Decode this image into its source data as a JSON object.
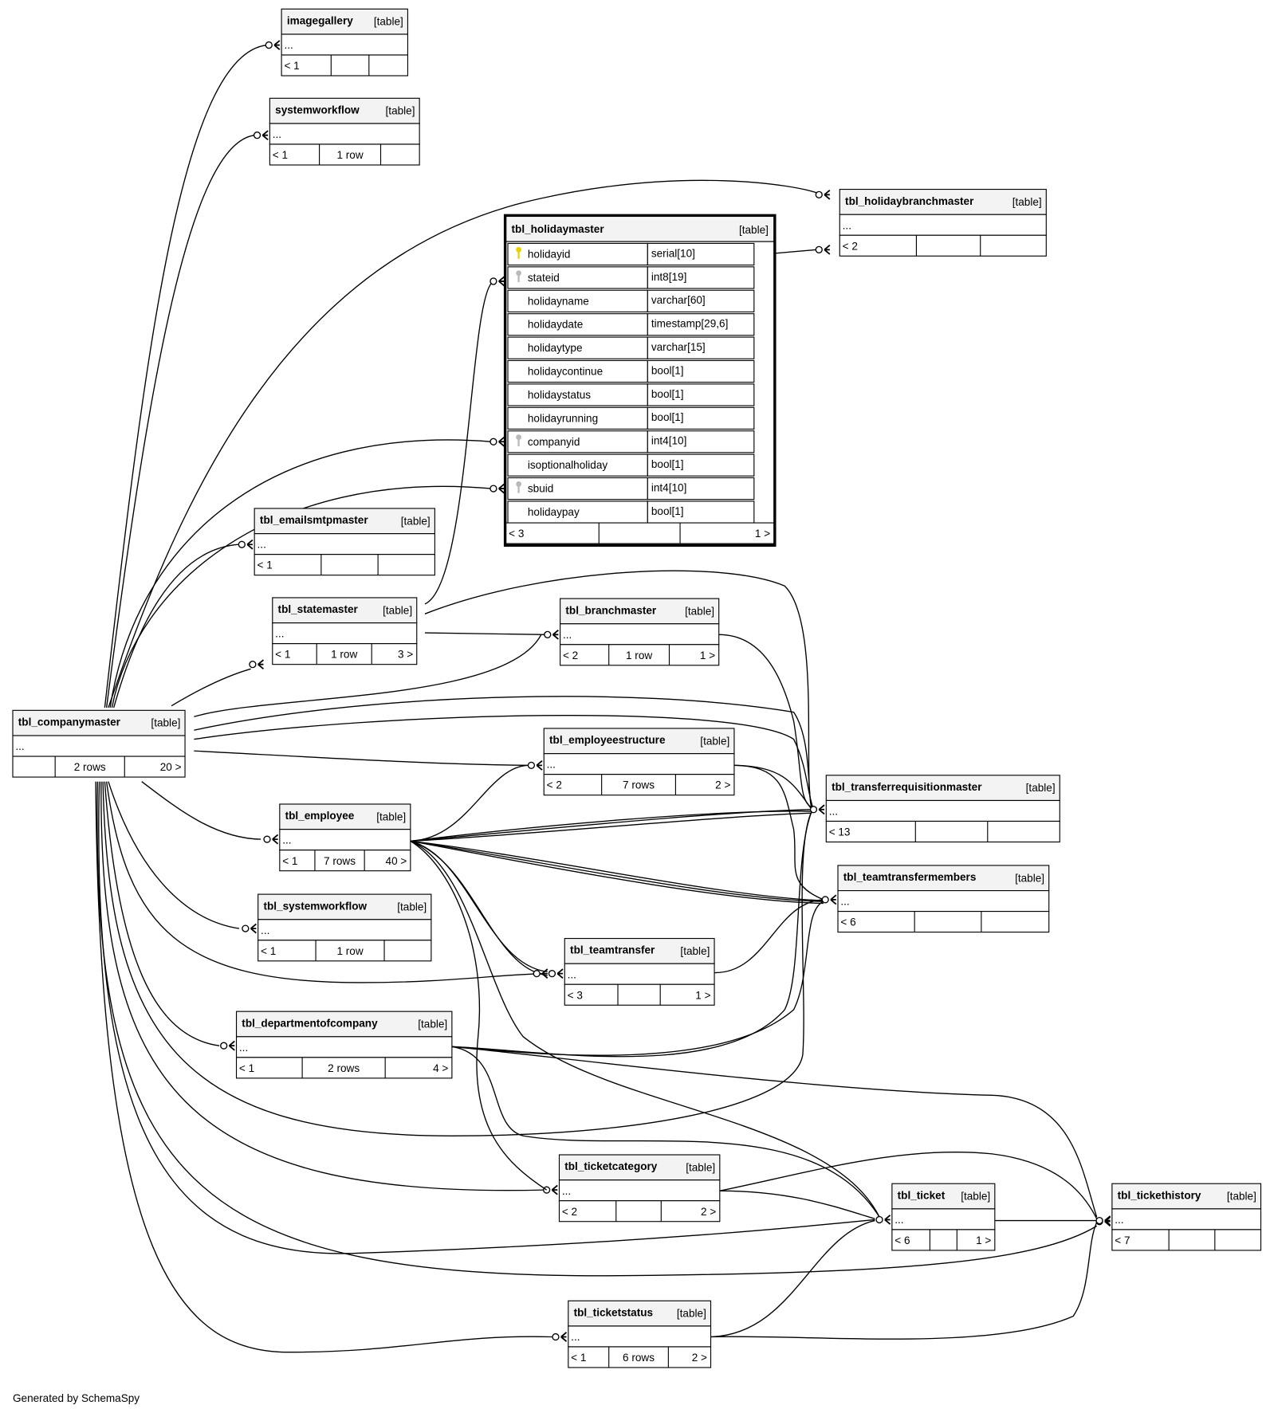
{
  "footer": "Generated by SchemaSpy",
  "table_tag": "[table]",
  "ellipsis": "...",
  "colors": {
    "pk_key": "#e6d200",
    "fk_key": "#b9b9b9",
    "header_bg": "#f3f3f3",
    "line": "#000000"
  },
  "tables": {
    "imagegallery": {
      "name": "imagegallery",
      "footer": [
        "< 1",
        "",
        ""
      ]
    },
    "systemworkflow": {
      "name": "systemworkflow",
      "footer": [
        "< 1",
        "1 row",
        ""
      ]
    },
    "tbl_holidaybranchmaster": {
      "name": "tbl_holidaybranchmaster",
      "footer": [
        "< 2",
        "",
        ""
      ]
    },
    "tbl_holidaymaster": {
      "name": "tbl_holidaymaster",
      "footer": [
        "< 3",
        "",
        "1 >"
      ],
      "columns": [
        {
          "name": "holidayid",
          "type": "serial[10]",
          "key": "pk"
        },
        {
          "name": "stateid",
          "type": "int8[19]",
          "key": "fk"
        },
        {
          "name": "holidayname",
          "type": "varchar[60]",
          "key": ""
        },
        {
          "name": "holidaydate",
          "type": "timestamp[29,6]",
          "key": ""
        },
        {
          "name": "holidaytype",
          "type": "varchar[15]",
          "key": ""
        },
        {
          "name": "holidaycontinue",
          "type": "bool[1]",
          "key": ""
        },
        {
          "name": "holidaystatus",
          "type": "bool[1]",
          "key": ""
        },
        {
          "name": "holidayrunning",
          "type": "bool[1]",
          "key": ""
        },
        {
          "name": "companyid",
          "type": "int4[10]",
          "key": "fk"
        },
        {
          "name": "isoptionalholiday",
          "type": "bool[1]",
          "key": ""
        },
        {
          "name": "sbuid",
          "type": "int4[10]",
          "key": "fk"
        },
        {
          "name": "holidaypay",
          "type": "bool[1]",
          "key": ""
        }
      ]
    },
    "tbl_emailsmtpmaster": {
      "name": "tbl_emailsmtpmaster",
      "footer": [
        "< 1",
        "",
        ""
      ]
    },
    "tbl_statemaster": {
      "name": "tbl_statemaster",
      "footer": [
        "< 1",
        "1 row",
        "3 >"
      ]
    },
    "tbl_branchmaster": {
      "name": "tbl_branchmaster",
      "footer": [
        "< 2",
        "1 row",
        "1 >"
      ]
    },
    "tbl_companymaster": {
      "name": "tbl_companymaster",
      "footer": [
        "",
        "2 rows",
        "20 >"
      ]
    },
    "tbl_employeestructure": {
      "name": "tbl_employeestructure",
      "footer": [
        "< 2",
        "7 rows",
        "2 >"
      ]
    },
    "tbl_transferrequisitionmaster": {
      "name": "tbl_transferrequisitionmaster",
      "footer": [
        "< 13",
        "",
        ""
      ]
    },
    "tbl_employee": {
      "name": "tbl_employee",
      "footer": [
        "< 1",
        "7 rows",
        "40 >"
      ]
    },
    "tbl_teamtransfermembers": {
      "name": "tbl_teamtransfermembers",
      "footer": [
        "< 6",
        "",
        ""
      ]
    },
    "tbl_systemworkflow": {
      "name": "tbl_systemworkflow",
      "footer": [
        "< 1",
        "1 row",
        ""
      ]
    },
    "tbl_teamtransfer": {
      "name": "tbl_teamtransfer",
      "footer": [
        "< 3",
        "",
        "1 >"
      ]
    },
    "tbl_departmentofcompany": {
      "name": "tbl_departmentofcompany",
      "footer": [
        "< 1",
        "2 rows",
        "4 >"
      ]
    },
    "tbl_ticketcategory": {
      "name": "tbl_ticketcategory",
      "footer": [
        "< 2",
        "",
        "2 >"
      ]
    },
    "tbl_ticket": {
      "name": "tbl_ticket",
      "footer": [
        "< 6",
        "",
        "1 >"
      ]
    },
    "tbl_tickethistory": {
      "name": "tbl_tickethistory",
      "footer": [
        "< 7",
        "",
        ""
      ]
    },
    "tbl_ticketstatus": {
      "name": "tbl_ticketstatus",
      "footer": [
        "< 1",
        "6 rows",
        "2 >"
      ]
    }
  }
}
